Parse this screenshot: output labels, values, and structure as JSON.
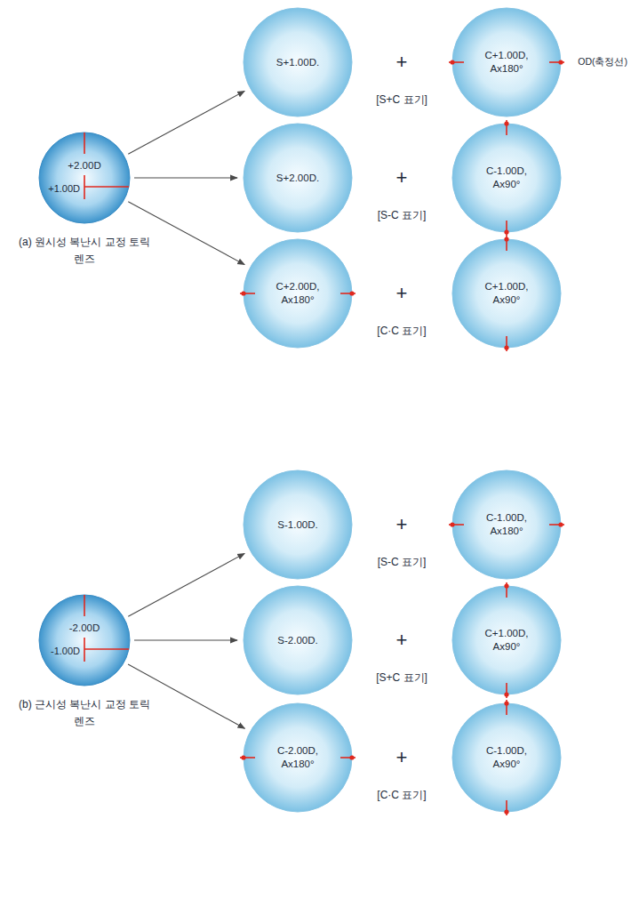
{
  "diagram": {
    "nodes": [
      {
        "text": [
          "+2.00D",
          "+1.00D",
          "(a) 원시성 복난시 교정 토릭렌즈"
        ]
      },
      {
        "text": [
          "S+1.00D."
        ]
      },
      {
        "text": [
          "C+1.00D, Ax180°"
        ]
      },
      {
        "text": [
          "S+2.00D."
        ]
      },
      {
        "text": [
          "C-1.00D, Ax90°"
        ]
      },
      {
        "text": [
          "C+2.00D, Ax180°"
        ]
      },
      {
        "text": [
          "C+1.00D, Ax90°"
        ]
      },
      {
        "text": [
          "-2.00D",
          "-1.00D",
          "(b) 근시성 복난시 교정 토릭렌즈"
        ]
      },
      {
        "text": [
          "S-1.00D."
        ]
      },
      {
        "text": [
          "C-1.00D, Ax180°"
        ]
      },
      {
        "text": [
          "S-2.00D."
        ]
      },
      {
        "text": [
          "C+1.00D, Ax90°"
        ]
      },
      {
        "text": [
          "C-2.00D, Ax180°"
        ]
      },
      {
        "text": [
          "C-1.00D, Ax90°"
        ]
      }
    ],
    "edges": [
      {
        "from": 0,
        "to": 1,
        "arrow": "to"
      },
      {
        "from": 0,
        "to": 3,
        "arrow": "to"
      },
      {
        "from": 0,
        "to": 5,
        "arrow": "to"
      },
      {
        "from": 7,
        "to": 8,
        "arrow": "to"
      },
      {
        "from": 7,
        "to": 10,
        "arrow": "to"
      },
      {
        "from": 7,
        "to": 12,
        "arrow": "to"
      }
    ],
    "labels": [
      "OD(축정선)",
      "+",
      "[S+C 표기]",
      "+",
      "[S-C 표기]",
      "+",
      "[C·C 표기]",
      "+",
      "[S-C 표기]",
      "+",
      "[S+C 표기]",
      "+",
      "[C·C 표기]"
    ]
  }
}
